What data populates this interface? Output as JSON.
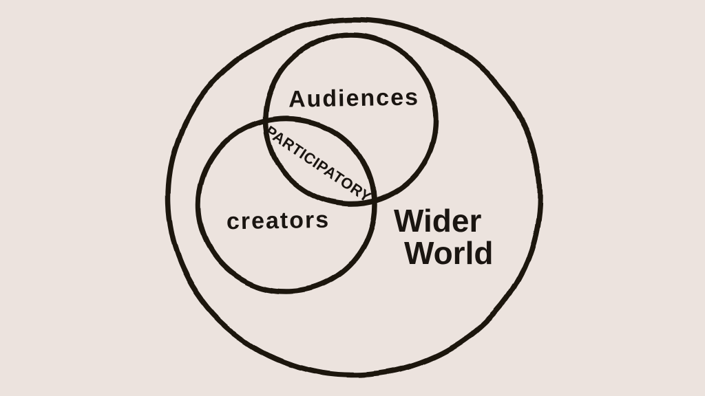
{
  "colors": {
    "background": "#ece3de",
    "ink": "#1a1511"
  },
  "diagram": {
    "type": "venn",
    "outer": {
      "name": "wider-world",
      "label_line1": "Wider",
      "label_line2": "World"
    },
    "circles": [
      {
        "name": "audiences",
        "label": "Audiences"
      },
      {
        "name": "creators",
        "label": "creators"
      }
    ],
    "overlap": {
      "name": "participatory",
      "label": "PARTICIPATORY",
      "between": [
        "audiences",
        "creators"
      ]
    }
  }
}
